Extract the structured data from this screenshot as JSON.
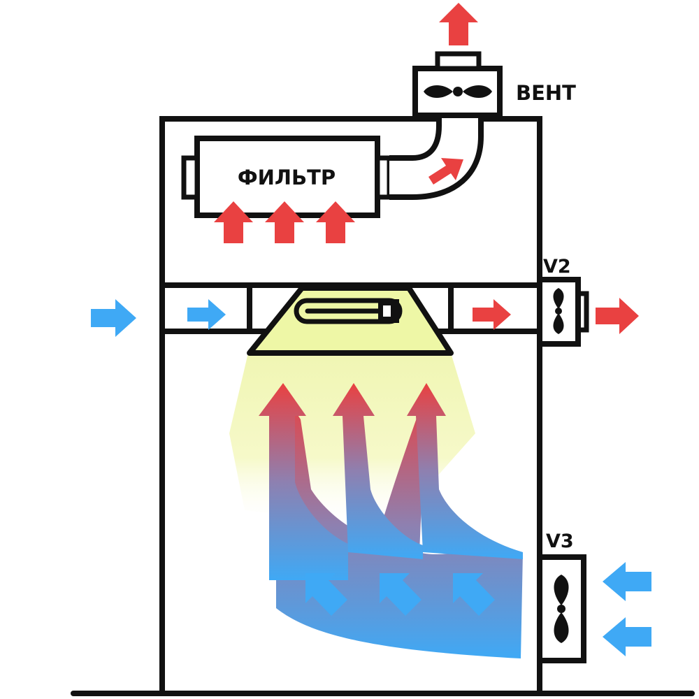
{
  "labels": {
    "filter": "ФИЛЬТР",
    "fan": "ВЕНТ",
    "valve2": "V2",
    "valve3": "V3"
  },
  "colors": {
    "outline": "#111111",
    "hot_air": "#e94141",
    "cold_air": "#3fa9f5",
    "light": "#f0f6b3",
    "lamp_hood": "#eef7a6"
  },
  "icons": {
    "fan": "fan-blades-icon",
    "valve": "propeller-icon",
    "lamp": "uv-lamp-icon"
  }
}
